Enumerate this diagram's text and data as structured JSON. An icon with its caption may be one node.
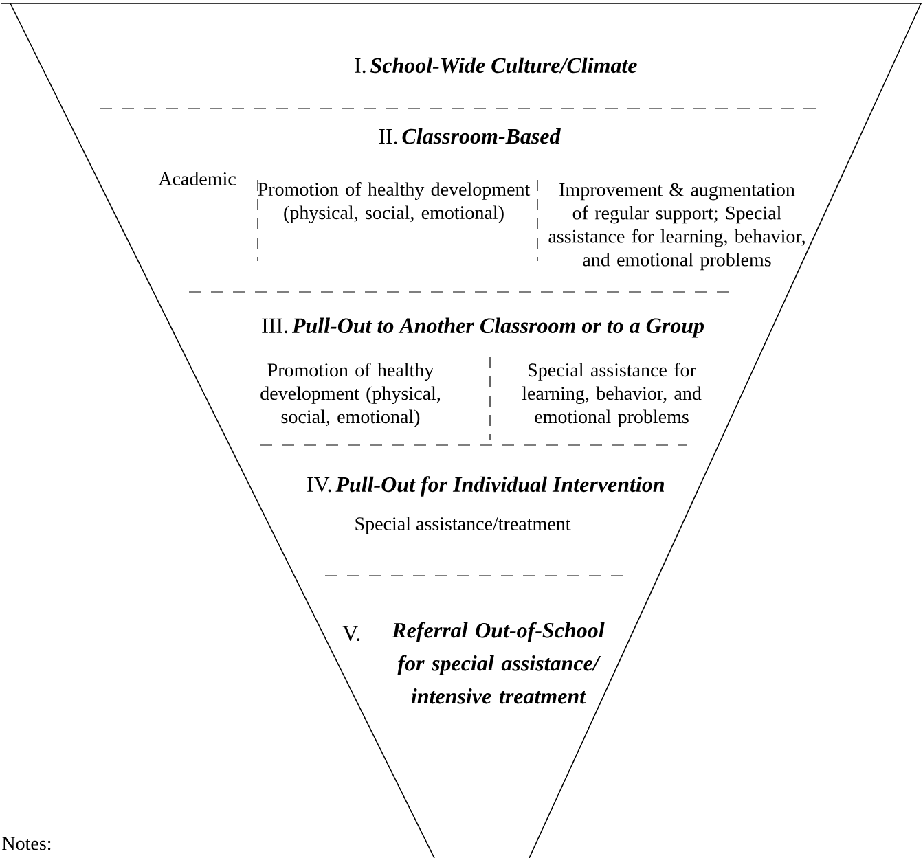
{
  "diagram": {
    "labels": [
      "I.",
      "School-Wide Culture/Climate",
      "II.",
      "Classroom-Based",
      "Academic",
      "Promotion of healthy development (physical, social, emotional)",
      "Improvement & augmentation of regular support; Special assistance for learning, behavior, and emotional problems",
      "III.",
      "Pull-Out to Another Classroom or to a Group",
      "Promotion of healthy development (physical, social, emotional)",
      "Special assistance for learning, behavior, and emotional problems",
      "IV.",
      "Pull-Out for Individual Intervention",
      "Special assistance/treatment",
      "V.",
      "Referral Out-of-School for special assistance/ intensive treatment",
      "Notes:"
    ]
  }
}
